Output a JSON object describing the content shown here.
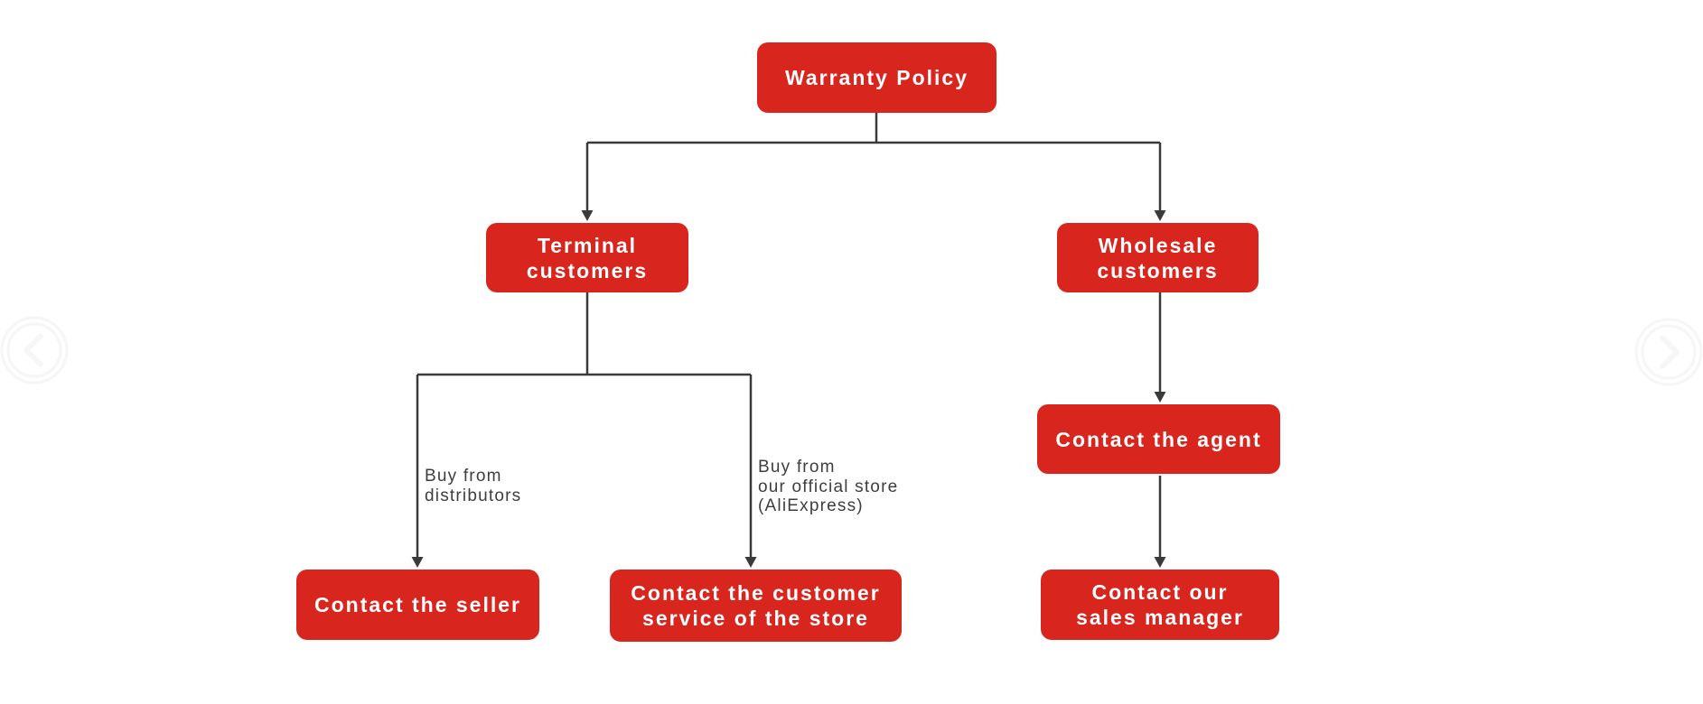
{
  "diagram": {
    "accent_color": "#d8261e",
    "line_color": "#3a3a3a",
    "label_color": "#3e3e3d",
    "nodes": {
      "warranty": {
        "label": "Warranty Policy"
      },
      "terminal": {
        "label": "Terminal\ncustomers"
      },
      "wholesale": {
        "label": "Wholesale\ncustomers"
      },
      "agent": {
        "label": "Contact the agent"
      },
      "seller": {
        "label": "Contact the seller"
      },
      "service": {
        "label": "Contact the customer\nservice of the store"
      },
      "manager": {
        "label": "Contact our\nsales manager"
      }
    },
    "edge_labels": {
      "distributors": "Buy from\ndistributors",
      "official_store": "Buy from\nour official store\n(AliExpress)"
    }
  },
  "carousel": {
    "prev_icon": "chevron-left",
    "next_icon": "chevron-right"
  }
}
